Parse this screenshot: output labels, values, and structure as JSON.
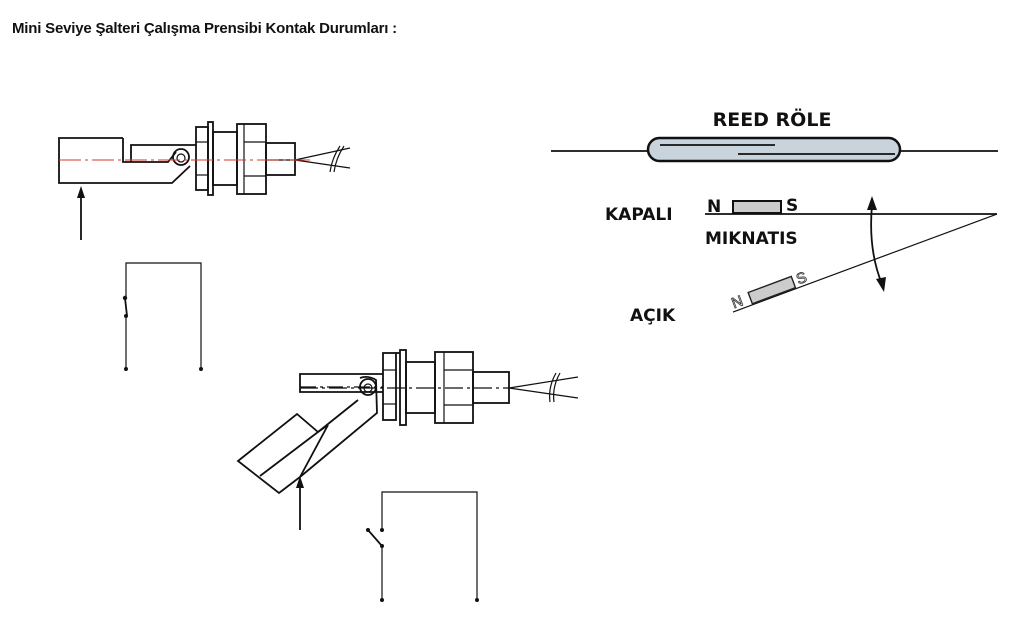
{
  "page": {
    "title": "Mini Seviye Şalteri Çalışma Prensibi Kontak Durumları :"
  },
  "reed_diagram": {
    "title": "REED RÖLE",
    "closed_label": "KAPALI",
    "open_label": "AÇIK",
    "magnet_label": "MIKNATIS",
    "north": "N",
    "south": "S"
  },
  "colors": {
    "capsule_fill": "#c9d3dc",
    "magnet_fill": "#cccccc",
    "axis_line": "#d9382e",
    "ink": "#111111"
  }
}
